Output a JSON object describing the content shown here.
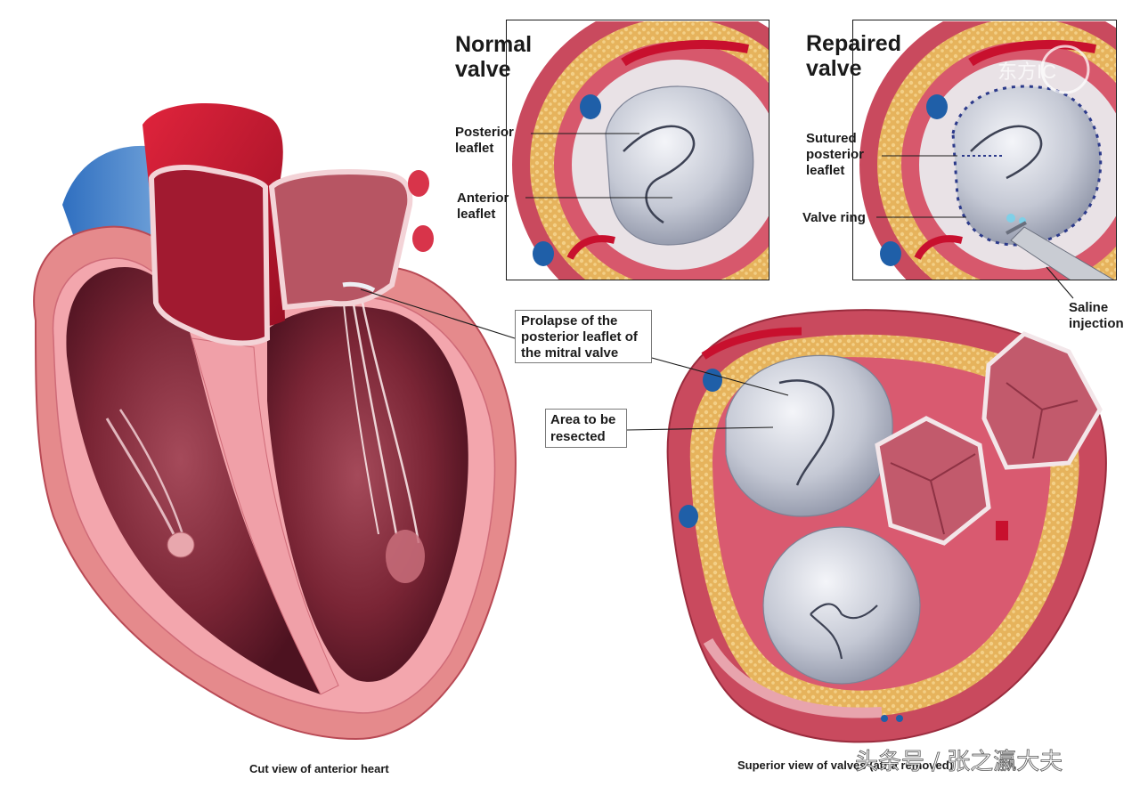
{
  "inset_normal": {
    "title": [
      "Normal",
      "valve"
    ],
    "labels": {
      "posterior_leaflet": [
        "Posterior",
        "leaflet"
      ],
      "anterior_leaflet": [
        "Anterior",
        "leaflet"
      ]
    }
  },
  "inset_repaired": {
    "title": [
      "Repaired",
      "valve"
    ],
    "labels": {
      "sutured_posterior_leaflet": [
        "Sutured",
        "posterior",
        "leaflet"
      ],
      "valve_ring": "Valve ring",
      "saline_injection": [
        "Saline",
        "injection"
      ]
    }
  },
  "main_labels": {
    "prolapse": [
      "Prolapse of the",
      "posterior leaflet of",
      "the mitral valve"
    ],
    "area_resected": [
      "Area to be",
      "resected"
    ]
  },
  "captions": {
    "left": "Cut view of anterior heart",
    "right": "Superior view of valves (atria removed)"
  },
  "watermark": {
    "text": "头条号 / 张之瀛大夫",
    "logo_text": "东方IC"
  },
  "colors": {
    "muscle": "#c94a5e",
    "muscle_light": "#f0a3a8",
    "chamber_dark": "#6e1f2e",
    "artery_red": "#c8102e",
    "vein_blue": "#1f5fa8",
    "fat_yellow": "#e4b65a",
    "valve_grey": "#c9ccd6"
  }
}
